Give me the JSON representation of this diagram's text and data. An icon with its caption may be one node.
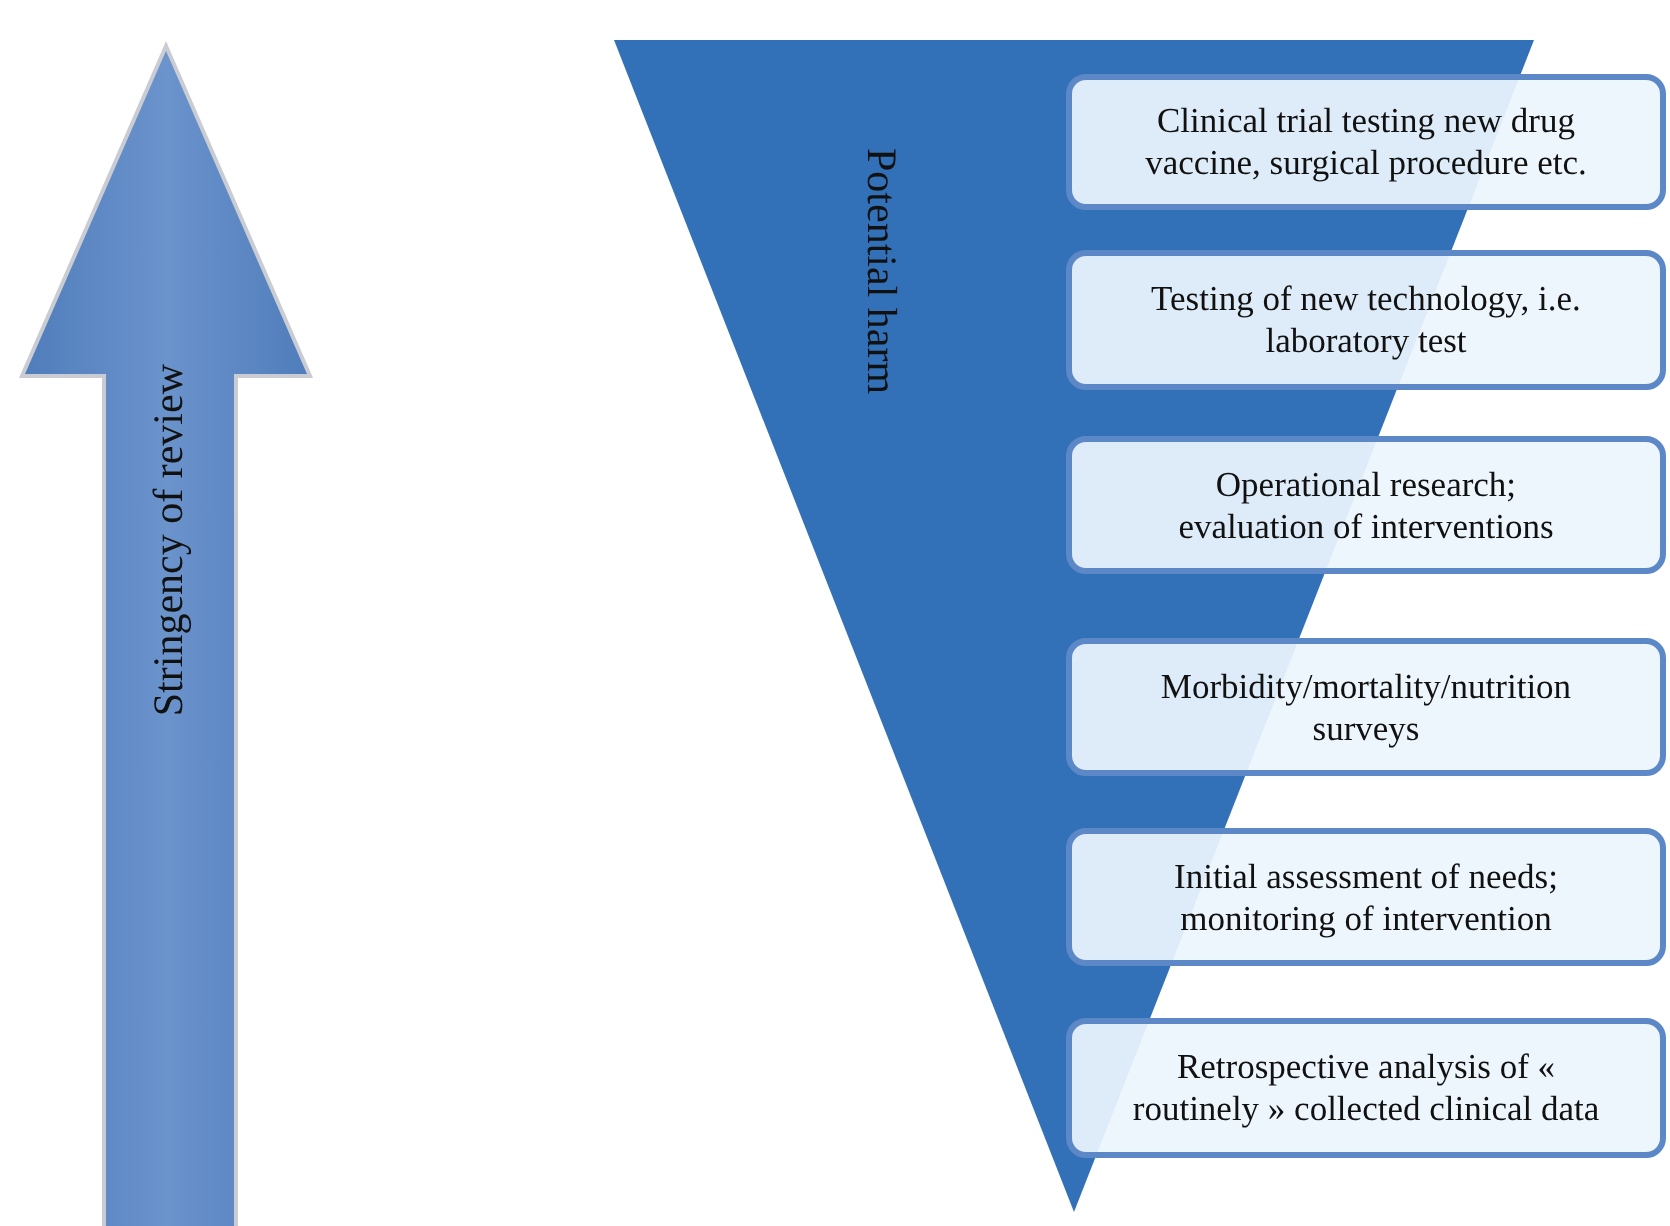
{
  "diagram": {
    "nodes": [
      {
        "text": [
          "Stringency of review"
        ]
      },
      {
        "text": [
          "Potential harm"
        ]
      },
      {
        "text": [
          "Clinical trial testing new drug vaccine, surgical procedure etc."
        ]
      },
      {
        "text": [
          "Testing of new technology, i.e. laboratory test"
        ]
      },
      {
        "text": [
          "Operational research; evaluation of interventions"
        ]
      },
      {
        "text": [
          "Morbidity/mortality/nutrition surveys"
        ]
      },
      {
        "text": [
          "Initial assessment of needs; monitoring of intervention"
        ]
      },
      {
        "text": [
          "Retrospective analysis of « routinely » collected clinical data"
        ]
      }
    ]
  }
}
